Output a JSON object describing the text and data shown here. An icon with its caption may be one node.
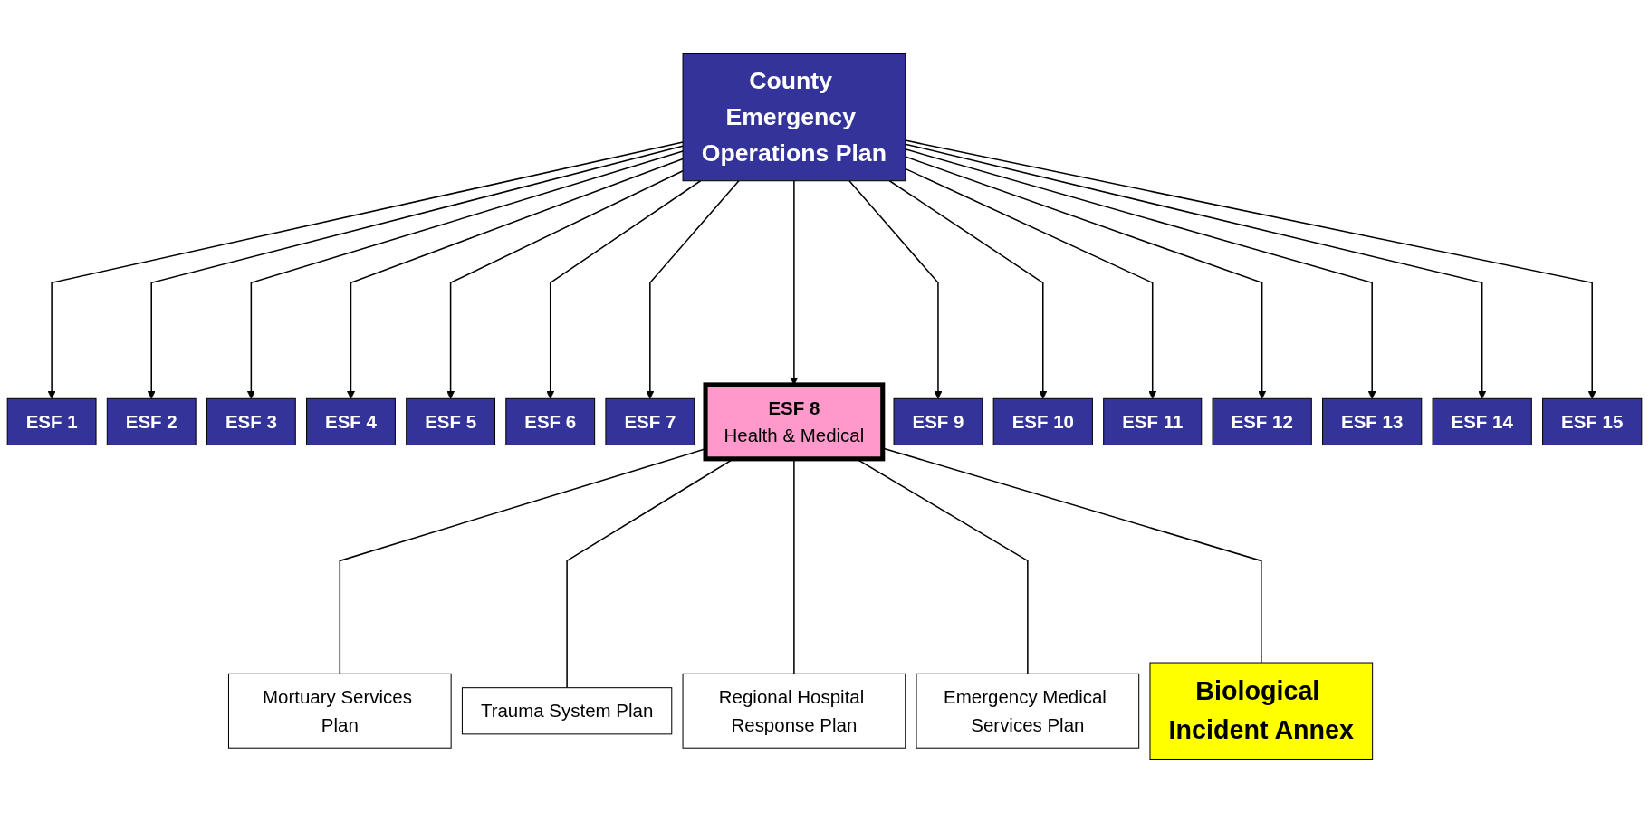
{
  "diagram": {
    "nodes": [
      {
        "text": [
          "County Emergency Operations Plan"
        ]
      },
      {
        "text": [
          "ESF 1"
        ]
      },
      {
        "text": [
          "ESF 2"
        ]
      },
      {
        "text": [
          "ESF 3"
        ]
      },
      {
        "text": [
          "ESF 4"
        ]
      },
      {
        "text": [
          "ESF 5"
        ]
      },
      {
        "text": [
          "ESF 6"
        ]
      },
      {
        "text": [
          "ESF 7"
        ]
      },
      {
        "text": [
          "ESF 8",
          "Health & Medical"
        ]
      },
      {
        "text": [
          "ESF 9"
        ]
      },
      {
        "text": [
          "ESF 10"
        ]
      },
      {
        "text": [
          "ESF 11"
        ]
      },
      {
        "text": [
          "ESF 12"
        ]
      },
      {
        "text": [
          "ESF 13"
        ]
      },
      {
        "text": [
          "ESF 14"
        ]
      },
      {
        "text": [
          "ESF 15"
        ]
      },
      {
        "text": [
          "Mortuary Services Plan"
        ]
      },
      {
        "text": [
          "Trauma System Plan"
        ]
      },
      {
        "text": [
          "Regional Hospital Response Plan"
        ]
      },
      {
        "text": [
          "Emergency Medical Services Plan"
        ]
      },
      {
        "text": [
          "Biological Incident Annex"
        ]
      }
    ],
    "edges": [
      {
        "from": 0,
        "to": 1,
        "arrow": "to"
      },
      {
        "from": 0,
        "to": 2,
        "arrow": "to"
      },
      {
        "from": 0,
        "to": 3,
        "arrow": "to"
      },
      {
        "from": 0,
        "to": 4,
        "arrow": "to"
      },
      {
        "from": 0,
        "to": 5,
        "arrow": "to"
      },
      {
        "from": 0,
        "to": 6,
        "arrow": "to"
      },
      {
        "from": 0,
        "to": 7,
        "arrow": "to"
      },
      {
        "from": 0,
        "to": 8,
        "arrow": "to"
      },
      {
        "from": 0,
        "to": 9,
        "arrow": "to"
      },
      {
        "from": 0,
        "to": 10,
        "arrow": "to"
      },
      {
        "from": 0,
        "to": 11,
        "arrow": "to"
      },
      {
        "from": 0,
        "to": 12,
        "arrow": "to"
      },
      {
        "from": 0,
        "to": 13,
        "arrow": "to"
      },
      {
        "from": 0,
        "to": 14,
        "arrow": "to"
      },
      {
        "from": 0,
        "to": 15,
        "arrow": "to"
      },
      {
        "from": 8,
        "to": 16,
        "arrow": "none"
      },
      {
        "from": 8,
        "to": 17,
        "arrow": "none"
      },
      {
        "from": 8,
        "to": 18,
        "arrow": "none"
      },
      {
        "from": 8,
        "to": 19,
        "arrow": "none"
      },
      {
        "from": 8,
        "to": 20,
        "arrow": "none"
      }
    ]
  }
}
